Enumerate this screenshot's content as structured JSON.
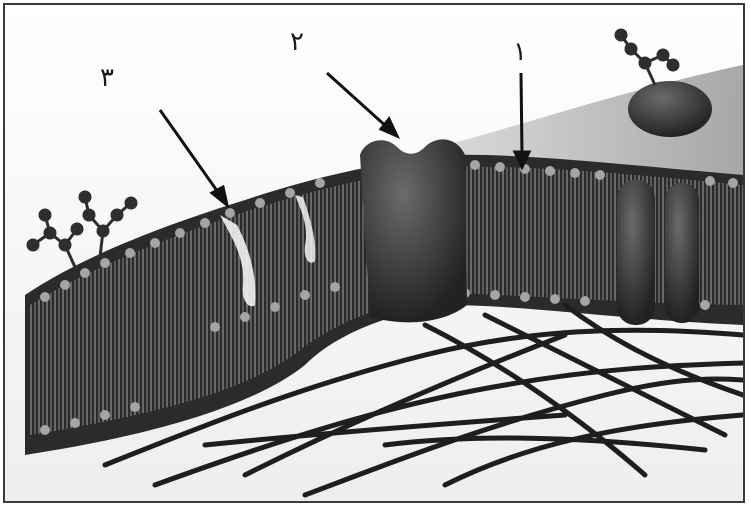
{
  "figure": {
    "labels": [
      {
        "id": "1",
        "text": "١"
      },
      {
        "id": "2",
        "text": "٢"
      },
      {
        "id": "3",
        "text": "٣"
      }
    ]
  },
  "colors": {
    "frame": "#3a3a3a",
    "membrane_dark": "#2a2a2a",
    "protein": "#3c3c3c",
    "phospholipid_head": "#a9a2a6",
    "cytoskeleton": "#1e1e1e",
    "arrow": "#111111"
  }
}
